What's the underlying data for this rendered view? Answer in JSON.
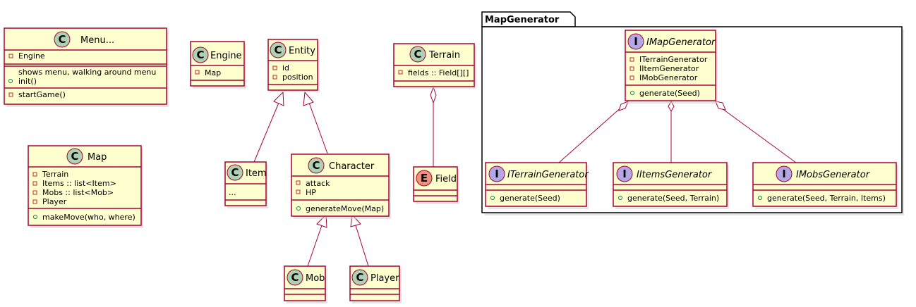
{
  "package": {
    "name": "MapGenerator"
  },
  "classes": {
    "menu": {
      "stereotype": "C",
      "name": "Menu...",
      "fields": [
        "Engine"
      ],
      "notes": [
        "shows menu, walking around menu"
      ],
      "methods": [
        "init()"
      ],
      "methods2": [
        "startGame()"
      ]
    },
    "engine": {
      "stereotype": "C",
      "name": "Engine",
      "fields": [
        "Map"
      ]
    },
    "entity": {
      "stereotype": "C",
      "name": "Entity",
      "fields": [
        "id",
        "position"
      ]
    },
    "terrain": {
      "stereotype": "C",
      "name": "Terrain",
      "fields": [
        "fields :: Field[][]"
      ]
    },
    "map": {
      "stereotype": "C",
      "name": "Map",
      "fields": [
        "Terrain",
        "Items :: list<Item>",
        "Mobs :: list<Mob>",
        "Player"
      ],
      "methods": [
        "makeMove(who, where)"
      ]
    },
    "item": {
      "stereotype": "C",
      "name": "Item",
      "body": "..."
    },
    "character": {
      "stereotype": "C",
      "name": "Character",
      "fields": [
        "attack",
        "HP"
      ],
      "methods": [
        "generateMove(Map)"
      ]
    },
    "field": {
      "stereotype": "E",
      "name": "Field"
    },
    "mob": {
      "stereotype": "C",
      "name": "Mob"
    },
    "player": {
      "stereotype": "C",
      "name": "Player"
    },
    "imapgenerator": {
      "stereotype": "I",
      "name": "IMapGenerator",
      "fields": [
        "ITerrainGenerator",
        "IItemGenerator",
        "IMobGenerator"
      ],
      "methods": [
        "generate(Seed)"
      ]
    },
    "iterraingenerator": {
      "stereotype": "I",
      "name": "ITerrainGenerator",
      "methods": [
        "generate(Seed)"
      ]
    },
    "iitemsgenerator": {
      "stereotype": "I",
      "name": "IItemsGenerator",
      "methods": [
        "generate(Seed, Terrain)"
      ]
    },
    "imobsgenerator": {
      "stereotype": "I",
      "name": "IMobsGenerator",
      "methods": [
        "generate(Seed, Terrain, Items)"
      ]
    }
  },
  "colors": {
    "class_fill": "#FEFECE",
    "border": "#A80036",
    "class_badge": "#ADD1B2",
    "interface_badge": "#B4A7E5",
    "enum_badge": "#EB937F",
    "private_marker": "#C82930",
    "public_marker": "#038048"
  }
}
